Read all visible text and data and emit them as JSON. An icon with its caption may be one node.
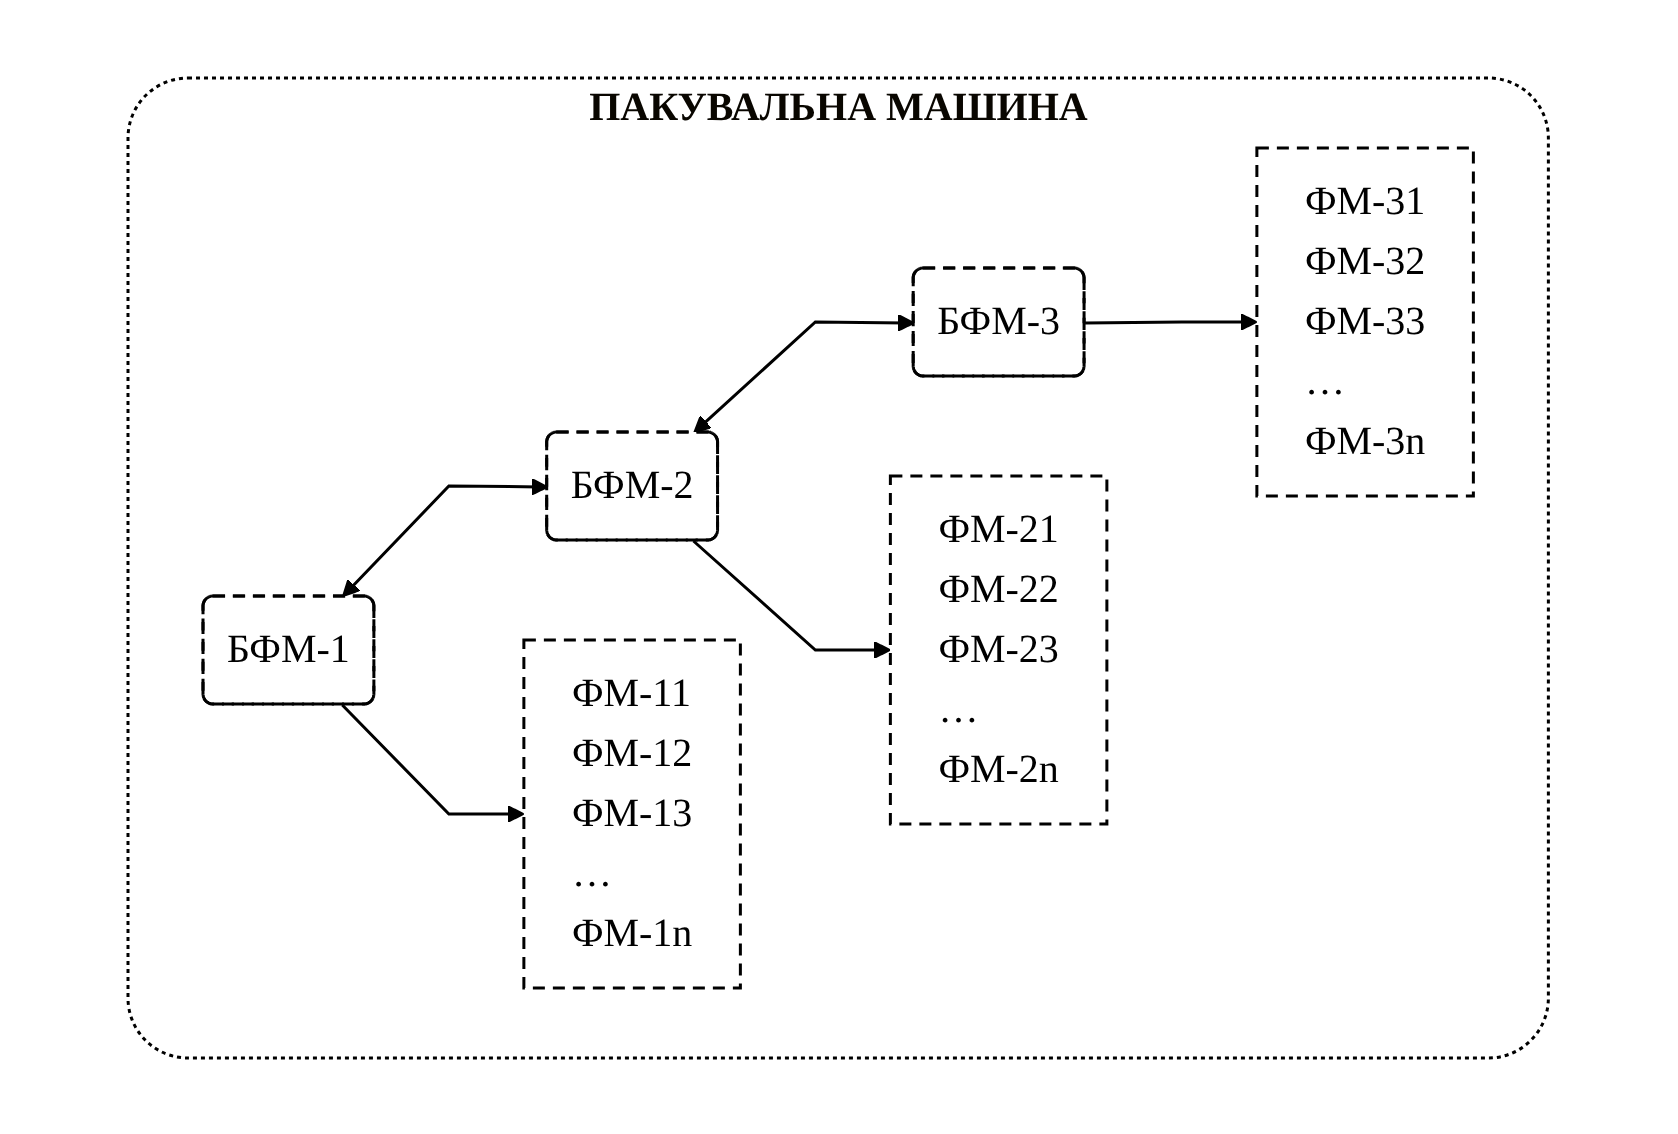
{
  "diagram": {
    "nodes": [
      {
        "text": [
          "ПАКУВАЛЬНА МАШИНА"
        ]
      },
      {
        "text": [
          "БФМ-1"
        ],
        "in": 0
      },
      {
        "text": [
          "БФМ-2"
        ],
        "in": 0
      },
      {
        "text": [
          "БФМ-3"
        ],
        "in": 0
      },
      {
        "text": [
          "ФМ-11",
          "ФМ-12",
          "ФМ-13",
          "…",
          "ФМ-1n"
        ],
        "in": 0
      },
      {
        "text": [
          "ФМ-21",
          "ФМ-22",
          "ФМ-23",
          "…",
          "ФМ-2n"
        ],
        "in": 0
      },
      {
        "text": [
          "ФМ-31",
          "ФМ-32",
          "ФМ-33",
          "…",
          "ФМ-3n"
        ],
        "in": 0
      }
    ],
    "edges": [
      {
        "from": 1,
        "to": 2,
        "arrow": "both"
      },
      {
        "from": 2,
        "to": 3,
        "arrow": "both"
      },
      {
        "from": 1,
        "to": 4,
        "arrow": "to"
      },
      {
        "from": 2,
        "to": 5,
        "arrow": "to"
      },
      {
        "from": 3,
        "to": 6,
        "arrow": "to"
      }
    ]
  }
}
